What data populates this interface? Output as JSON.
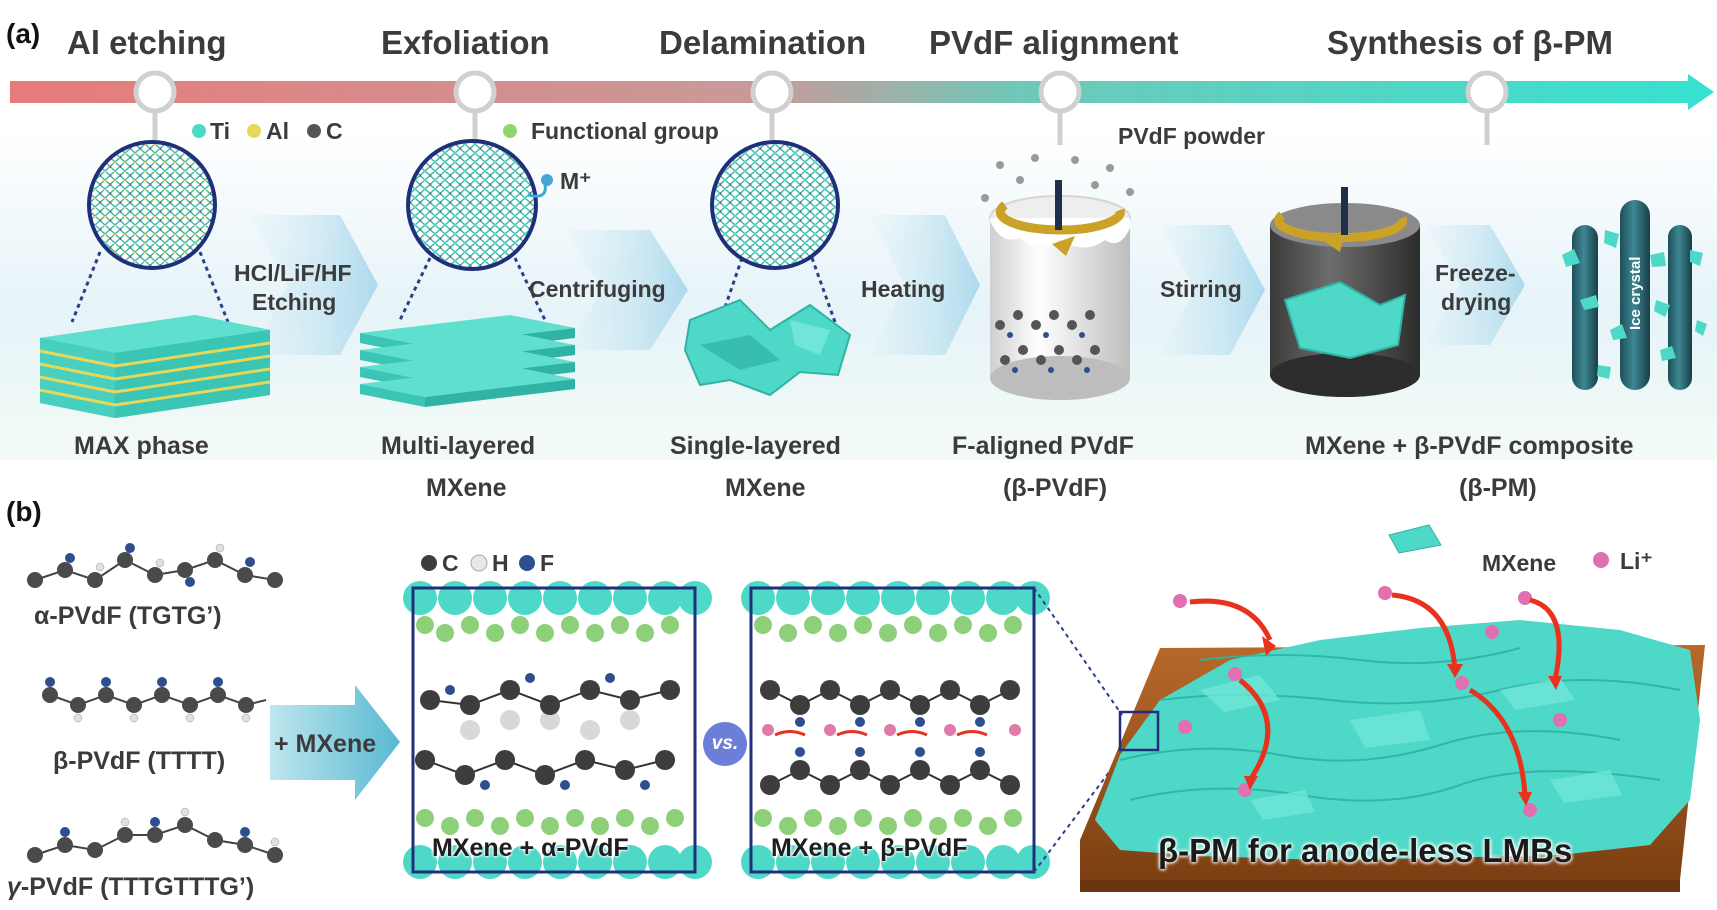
{
  "panel_a": {
    "tag": "(a)",
    "stages": [
      "Al etching",
      "Exfoliation",
      "Delamination",
      "PVdF alignment",
      "Synthesis of β-PM"
    ],
    "legend_atoms": {
      "ti": "Ti",
      "al": "Al",
      "c": "C"
    },
    "legend_functional": "Functional group",
    "ion_label": "M⁺",
    "pvdf_powder": "PVdF powder",
    "process": {
      "etching_line1": "HCl/LiF/HF",
      "etching_line2": "Etching",
      "centrifuging": "Centrifuging",
      "heating": "Heating",
      "stirring": "Stirring",
      "freeze_line1": "Freeze-",
      "freeze_line2": "drying",
      "ice_crystal": "Ice crystal"
    },
    "captions": {
      "max": "MAX phase",
      "multi_line1": "Multi-layered",
      "multi_line2": "MXene",
      "single_line1": "Single-layered",
      "single_line2": "MXene",
      "falign_line1": "F-aligned PVdF",
      "falign_line2": "(β-PVdF)",
      "comp_line1": "MXene + β-PVdF composite",
      "comp_line2": "(β-PM)"
    }
  },
  "panel_b": {
    "tag": "(b)",
    "alpha": "α-PVdF (TGTG’)",
    "beta": "β-PVdF (TTTT)",
    "gamma_symbol": "γ",
    "gamma_rest": "-PVdF (TTTGTTTG’)",
    "plus_mxene": "+ MXene",
    "atom_legend": {
      "c": "C",
      "h": "H",
      "f": "F"
    },
    "box1_label": "MXene + α-PVdF",
    "vs": "vs.",
    "box2_label": "MXene + β-PVdF",
    "legend_mxene": "MXene",
    "legend_li": "Li⁺",
    "big_label": "β-PM for anode-less LMBs"
  },
  "colors": {
    "mxene": "#4ed8c8",
    "mxene_dark": "#2fb3a5",
    "timeline_start": "#e77b7b",
    "timeline_end": "#38e0cf",
    "carbon": "#3d3d3d",
    "fluorine": "#2d4f8f",
    "hydrogen": "#e8e8e8",
    "lithium": "#e070b0",
    "arrow_red": "#e8321e",
    "gold": "#c9a227",
    "copper": "#a85b1e"
  }
}
